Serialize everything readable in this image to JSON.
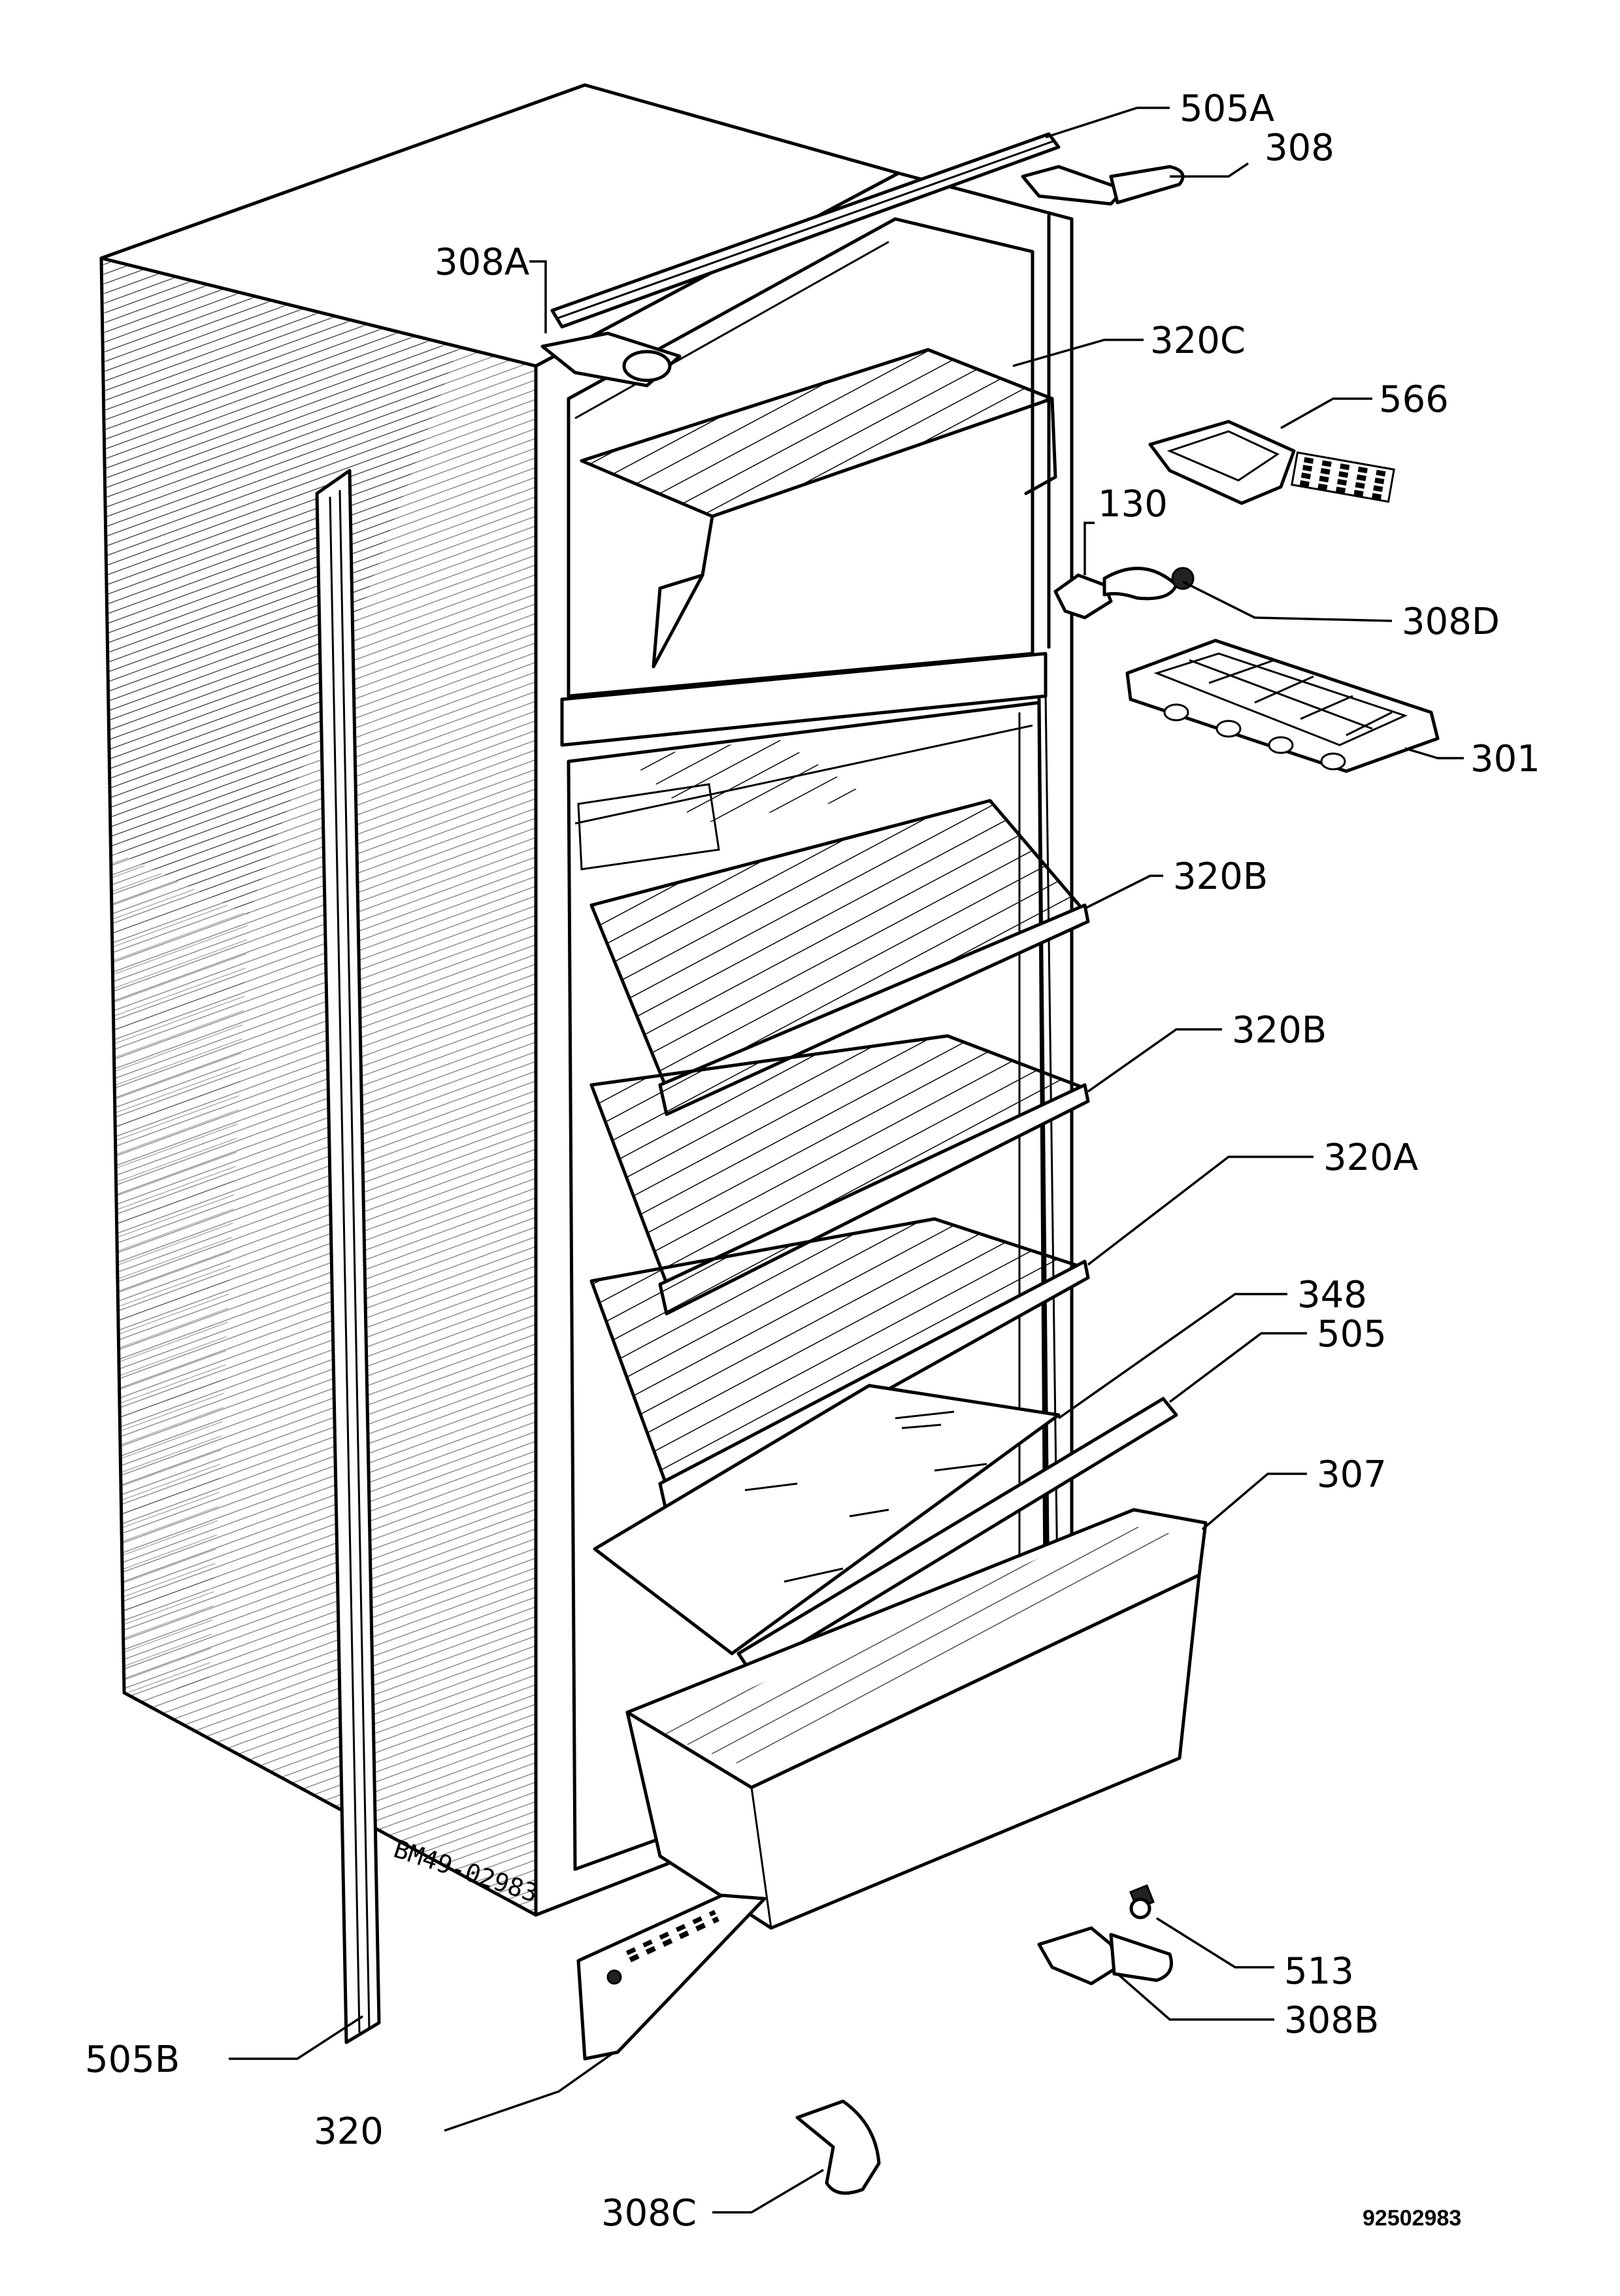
{
  "diagram": {
    "labels": {
      "p505a": "505A",
      "p308": "308",
      "p308a": "308A",
      "p320c": "320C",
      "p566": "566",
      "p130": "130",
      "p308d": "308D",
      "p301": "301",
      "p320b_upper": "320B",
      "p320b_lower": "320B",
      "p320a": "320A",
      "p348": "348",
      "p505": "505",
      "p307": "307",
      "p513": "513",
      "p308b": "308B",
      "p505b": "505B",
      "p320": "320",
      "p308c": "308C"
    },
    "cabinet_stamp": "BM49-02983",
    "drawing_number": "92502983"
  }
}
